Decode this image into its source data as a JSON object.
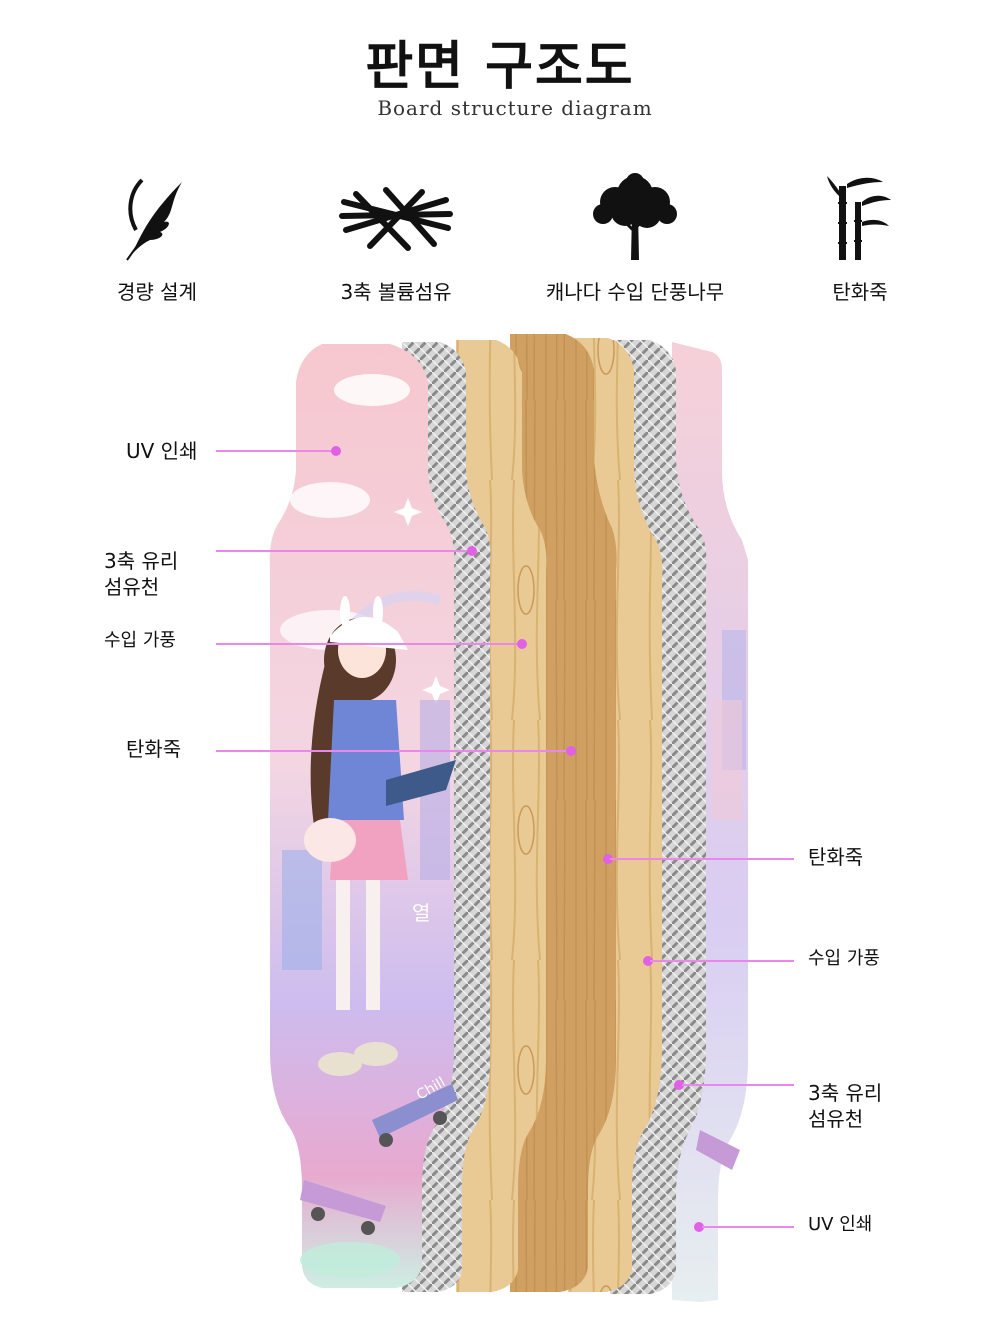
{
  "title": "판면 구조도",
  "subtitle": "Board structure diagram",
  "features": [
    {
      "label": "경량 설계",
      "icon": "feather-icon"
    },
    {
      "label": "3축 볼륨섬유",
      "icon": "crossed-fibers-icon"
    },
    {
      "label": "캐나다 수입 단풍나무",
      "icon": "maple-tree-icon"
    },
    {
      "label": "탄화죽",
      "icon": "bamboo-icon"
    }
  ],
  "left_callouts": [
    {
      "label": "UV 인쇄"
    },
    {
      "label": "3축 유리\n섬유천"
    },
    {
      "label": "수입 가풍"
    },
    {
      "label": "탄화죽"
    }
  ],
  "right_callouts": [
    {
      "label": "탄화죽"
    },
    {
      "label": "수입 가풍"
    },
    {
      "label": "3축 유리\n섬유천"
    },
    {
      "label": "UV 인쇄"
    }
  ],
  "board_text": {
    "char": "열",
    "brand": "Chill"
  },
  "colors": {
    "callout_line": "#e987ea",
    "callout_dot": "#e060e6",
    "print_pink": "#f4c3cf",
    "print_lilac": "#c9b8ee",
    "maple": "#e7c58e",
    "bamboo": "#c99b56",
    "fiberglass": "#b8b8b8"
  }
}
